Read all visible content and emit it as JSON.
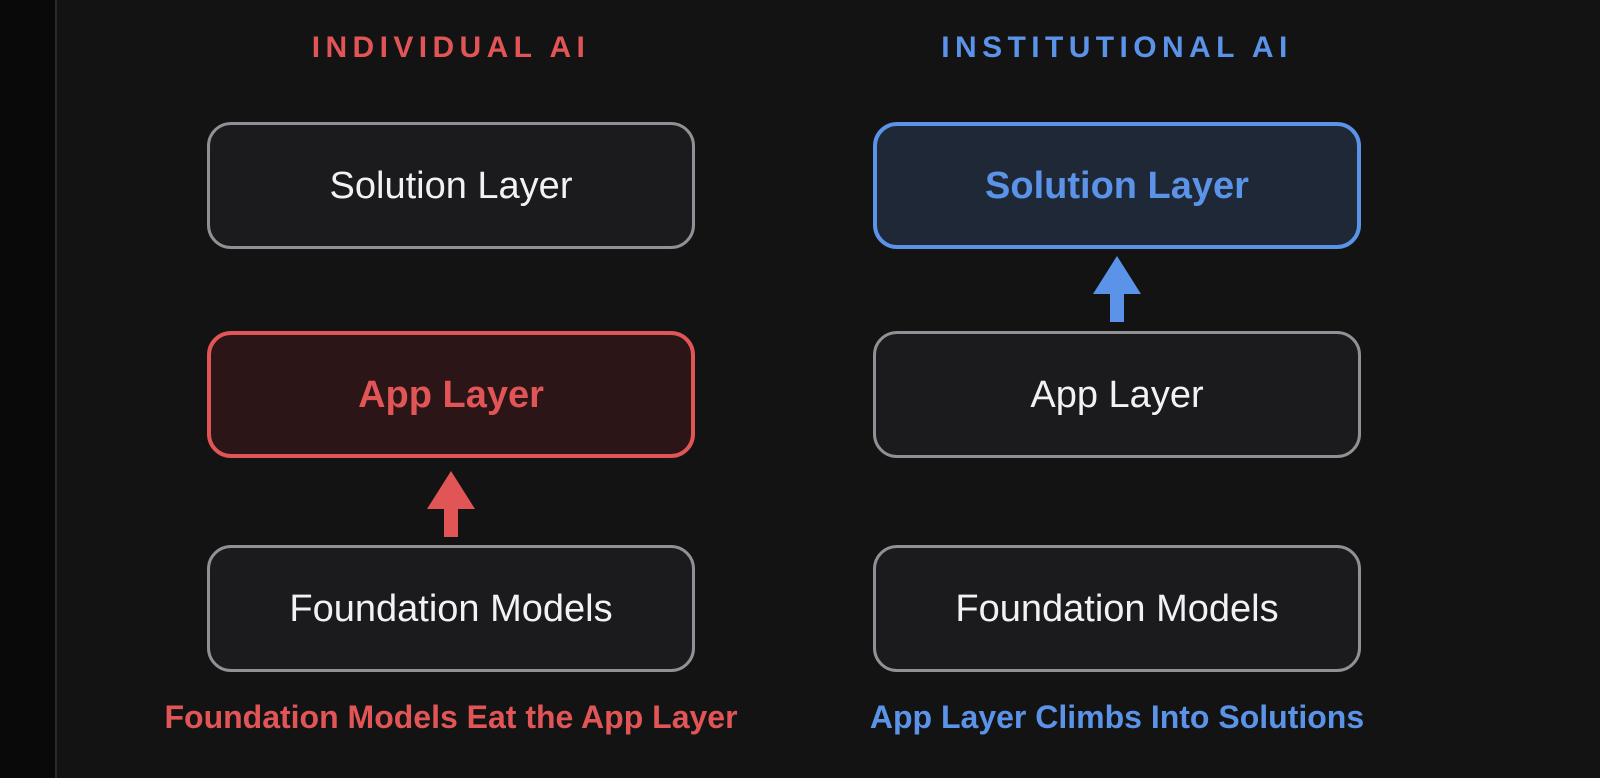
{
  "colors": {
    "page-bg": "#131314",
    "rail-bg": "#09090a",
    "rail-divider": "#2a2a2d",
    "box-bg": "#1b1b1d",
    "box-border": "#919195",
    "box-text": "#f2f2f4",
    "red": "#e15556",
    "red-box-bg": "#2b1517",
    "blue": "#5b93e8",
    "blue-box-bg": "#1e2836"
  },
  "diagram": {
    "columns": [
      {
        "id": "individual-ai",
        "title": "INDIVIDUAL AI",
        "accent_color": "#e15556",
        "boxes": [
          {
            "label": "Solution Layer",
            "style": "neutral"
          },
          {
            "label": "App Layer",
            "style": "accent-red"
          },
          {
            "label": "Foundation Models",
            "style": "neutral"
          }
        ],
        "arrow": {
          "direction": "up",
          "from": "Foundation Models",
          "to": "App Layer",
          "color": "#e15556"
        },
        "caption": "Foundation Models Eat the App Layer"
      },
      {
        "id": "institutional-ai",
        "title": "INSTITUTIONAL AI",
        "accent_color": "#5b93e8",
        "boxes": [
          {
            "label": "Solution Layer",
            "style": "accent-blue"
          },
          {
            "label": "App Layer",
            "style": "neutral"
          },
          {
            "label": "Foundation Models",
            "style": "neutral"
          }
        ],
        "arrow": {
          "direction": "up",
          "from": "App Layer",
          "to": "Solution Layer",
          "color": "#5b93e8"
        },
        "caption": "App Layer Climbs Into Solutions"
      }
    ]
  }
}
